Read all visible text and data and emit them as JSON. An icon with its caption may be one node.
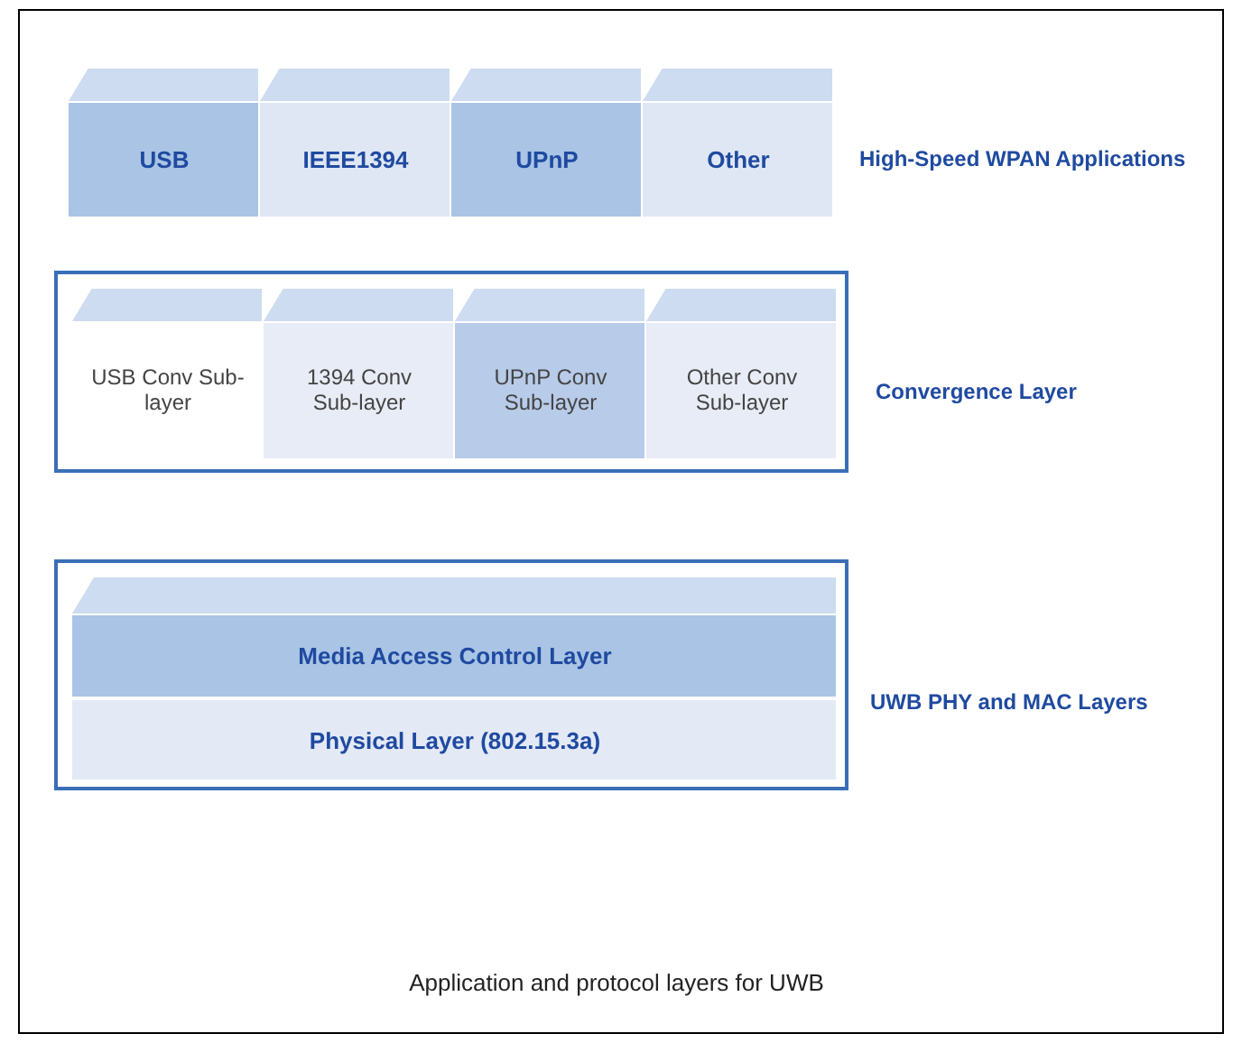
{
  "diagram": {
    "caption": "Application and protocol layers for UWB",
    "nodes": [
      {
        "text": [
          "USB"
        ]
      },
      {
        "text": [
          "IEEE1394"
        ]
      },
      {
        "text": [
          "UPnP"
        ]
      },
      {
        "text": [
          "Other"
        ]
      },
      {
        "text": [
          "Convergence Layer"
        ]
      },
      {
        "text": [
          "USB Conv Sub-layer"
        ],
        "in": 4
      },
      {
        "text": [
          "1394 Conv Sub-layer"
        ],
        "in": 4
      },
      {
        "text": [
          "UPnP Conv Sub-layer"
        ],
        "in": 4
      },
      {
        "text": [
          "Other Conv Sub-layer"
        ],
        "in": 4
      },
      {
        "text": [
          "UWB PHY and MAC Layers"
        ]
      },
      {
        "text": [
          "Media Access Control Layer"
        ],
        "in": 9
      },
      {
        "text": [
          "Physical Layer (802.15.3a)"
        ],
        "in": 9
      }
    ],
    "labels": [
      "High-Speed WPAN Applications"
    ]
  }
}
